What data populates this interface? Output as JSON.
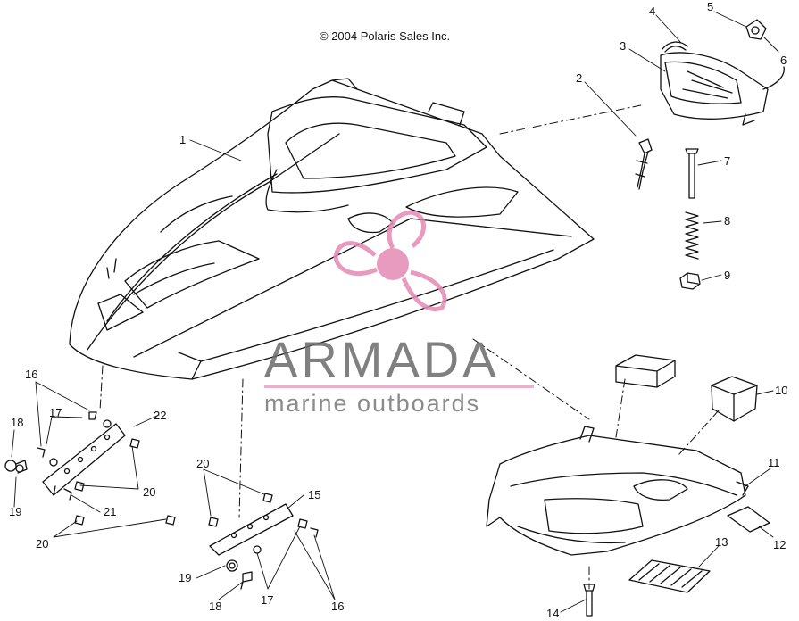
{
  "copyright": "© 2004 Polaris Sales Inc.",
  "watermark": {
    "title": "ARMADA",
    "subtitle": "marine outboards",
    "accent_color": "#e48ab4"
  },
  "callouts": {
    "c1": "1",
    "c2": "2",
    "c3": "3",
    "c4": "4",
    "c5": "5",
    "c6": "6",
    "c7": "7",
    "c8": "8",
    "c9": "9",
    "c10": "10",
    "c11": "11",
    "c12": "12",
    "c13": "13",
    "c14": "14",
    "c15": "15",
    "c16a": "16",
    "c16b": "16",
    "c17a": "17",
    "c17b": "17",
    "c18a": "18",
    "c18b": "18",
    "c19a": "19",
    "c19b": "19",
    "c20a": "20",
    "c20b": "20",
    "c20c": "20",
    "c21": "21",
    "c22": "22"
  }
}
